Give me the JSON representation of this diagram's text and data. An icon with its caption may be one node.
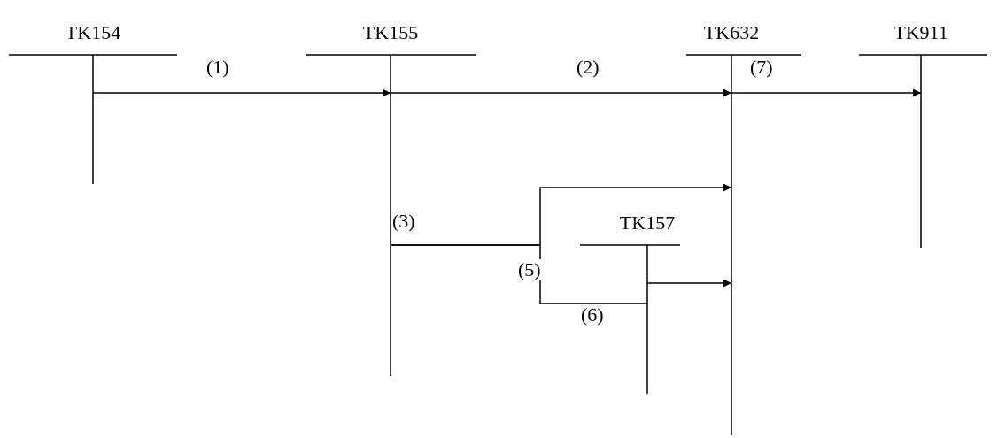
{
  "diagram": {
    "nodes": [
      {
        "text": [
          "TK154"
        ]
      },
      {
        "text": [
          "TK155"
        ]
      },
      {
        "text": [
          "TK632"
        ]
      },
      {
        "text": [
          "TK911"
        ]
      },
      {
        "text": [
          "TK157"
        ]
      }
    ],
    "edges": [
      {
        "from": 0,
        "to": 1,
        "arrow": "to",
        "label": "(1)"
      },
      {
        "from": 1,
        "to": 2,
        "arrow": "to",
        "label": "(2)"
      },
      {
        "from": 2,
        "to": 3,
        "arrow": "to",
        "label": "(7)"
      },
      {
        "from": 1,
        "to": 2,
        "arrow": "to",
        "label": "(3)"
      },
      {
        "from": 1,
        "to": 4,
        "arrow": "none",
        "label": "(6)"
      },
      {
        "from": 4,
        "to": 2,
        "arrow": "to"
      }
    ],
    "labels": [
      "(5)"
    ]
  }
}
